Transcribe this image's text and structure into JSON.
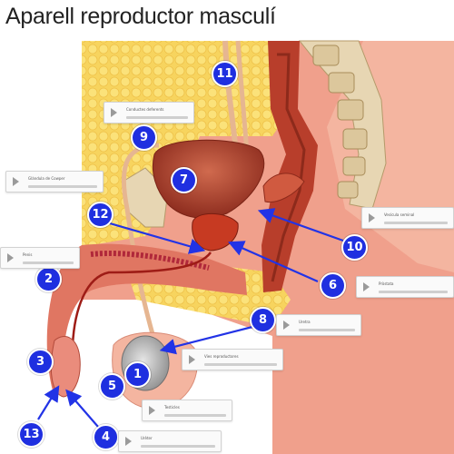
{
  "title": "Aparell reproductor masculí",
  "markers": [
    "1",
    "2",
    "3",
    "4",
    "5",
    "6",
    "7",
    "8",
    "9",
    "10",
    "11",
    "12",
    "13"
  ],
  "cards": [
    "Conductes deferents",
    "Glàndula de Cowper",
    "Vesícula seminal",
    "Penis",
    "Pròstata",
    "Uretra",
    "Vies reproductores",
    "Testicles",
    "Urèter"
  ],
  "colors": {
    "marker": "#1f2fe0",
    "arrow": "#2233e6",
    "fat": "#f6d35a",
    "tissue": "#e3826f",
    "organ": "#b53d2a",
    "bone": "#e9dcc0"
  }
}
